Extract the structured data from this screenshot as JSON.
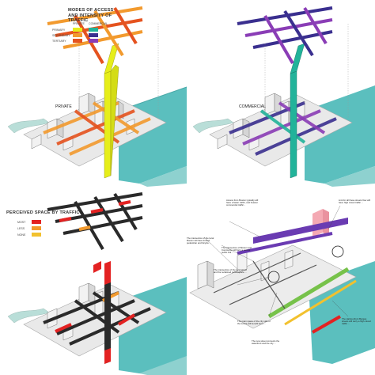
{
  "panel_tl": {
    "legend_title": "MODES OF ACCESS AND INTENSITY OF TRAFFIC",
    "col_private": "PRIVATE",
    "col_commercial": "COMMERCIAL",
    "row_primary": "PRIMARY",
    "row_secondary": "SECONDARY",
    "row_tertiary": "TERTIARY",
    "side_label": "PRIVATE",
    "colors": {
      "private_primary": "#e6ee1a",
      "private_secondary": "#f29a2e",
      "private_tertiary": "#e5531f",
      "commercial_primary": "#22b39a",
      "commercial_secondary": "#3a2f8f",
      "commercial_tertiary": "#8a3db6"
    }
  },
  "panel_tr": {
    "side_label": "COMMERCIAL"
  },
  "panel_bl": {
    "legend_title": "PERCEIVED SPACE BY TRAFFIC",
    "row_most": "MOST",
    "row_less": "LESS",
    "row_none": "NONE",
    "colors": {
      "most": "#e32222",
      "less": "#f29a2e",
      "none": "#f2c12e",
      "street": "#2a2a2a"
    }
  },
  "panel_br": {
    "notes": [
      "Access from Boston typically will have a faster traffic, and heavier commercial traffic...",
      "The intersection of the local Boston will have limited pedestrian and bicycle ...",
      "The intersection of Boston and Commerce will form a central public link ...",
      "The intersection of the local street and the reclaimed public space ...",
      "The main space of the city side of the tunnel will benefit from ...",
      "The new street connects the waterfront and the city ...",
      "Link for all these streets flow will have high mixed traffic ...",
      "The Harbourfront Bypass streets will carry a high mixed traffic ..."
    ]
  }
}
